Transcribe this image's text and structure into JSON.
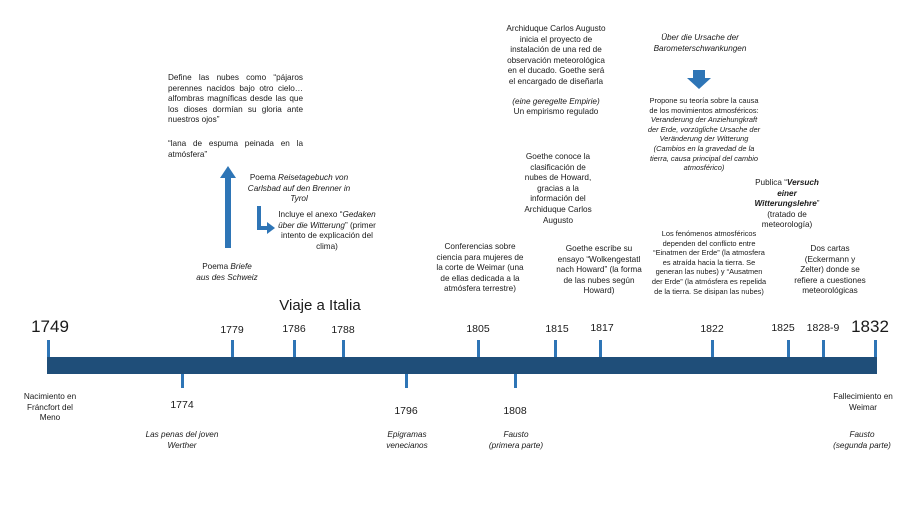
{
  "title": "Viaje a Italia",
  "colors": {
    "bar": "#1f4e79",
    "ticks": "#2e75b6",
    "arrows": "#2e75b6"
  },
  "years": {
    "y1749": "1749",
    "y1779": "1779",
    "y1786": "1786",
    "y1788": "1788",
    "y1805": "1805",
    "y1815": "1815",
    "y1817": "1817",
    "y1822": "1822",
    "y1825": "1825",
    "y1828": "1828-9",
    "y1832": "1832",
    "y1774": "1774",
    "y1796": "1796",
    "y1808": "1808"
  },
  "events": {
    "birth": "Nacimiento en Fráncfort del Meno",
    "werther": "Las penas del joven Werther",
    "epigramas": "Epigramas venecianos",
    "fausto1_title": "Fausto",
    "fausto1_sub": "(primera parte)",
    "death": "Fallecimiento en Weimar",
    "fausto2_title": "Fausto",
    "fausto2_sub": "(segunda parte)",
    "briefe_pre": "Poema ",
    "briefe_it": "Briefe aus des Schweiz",
    "clouds_quote": "Define las nubes como “pájaros perennes nacidos bajo otro cielo… alfombras magníficas desde las que los dioses dormían su gloria ante nuestros ojos”",
    "clouds_quote2": "“lana de espuma peinada en la atmósfera”",
    "reise_pre": "Poema ",
    "reise_it": "Reisetagebuch von Carlsbad auf den Brenner in Tyrol",
    "annex_pre": "Incluye el anexo “",
    "annex_it": "Gedaken über die Witterung",
    "annex_post": "” (primer intento de explicación del clima)",
    "conf_1805": "Conferencias sobre ciencia para mujeres de la corte de Weimar (una de ellas dedicada a la atmósfera terrestre)",
    "carlos_augusto": "Archiduque Carlos Augusto inicia el proyecto de instalación de una red de observación meteorológica en el ducado. Goethe será el encargado de diseñarla",
    "empirie_it": "(eine geregelte Empirie)",
    "empirismo": "Un empirismo regulado",
    "howard": "Goethe conoce la clasificación de nubes de Howard, gracias a la información del Archiduque Carlos Augusto",
    "wolkengestalt": "Goethe escribe su ensayo “Wolkengestatl nach Howard” (la forma de las nubes según Howard)",
    "ursache_it": "Über die Ursache der Barometerschwankungen",
    "propone_pre": "Propone su teoría sobre la causa de los movimientos atmosféricos: ",
    "propone_it": "Veranderung der Anziehungkraft der Erde, vorzügliche Ursache der Veränderung der Witterung (Cambios en la gravedad de la tierra, causa principal del cambio atmosférico)",
    "fenomenos": "Los fenómenos atmosféricos dependen del conflicto entre “Einatmen der Erde” (la atmosfera es atraída hacia la tierra. Se generan las nubes) y “Ausatmen der Erde” (la atmósfera es repelida de la tierra. Se disipan las nubes)",
    "publica_pre": "Publica “",
    "publica_it": "Versuch einer Witterungslehre",
    "publica_post": "” (tratado de meteorología)",
    "dos_cartas": "Dos cartas (Eckermann y Zelter) donde se refiere a cuestiones meteorológicas"
  }
}
